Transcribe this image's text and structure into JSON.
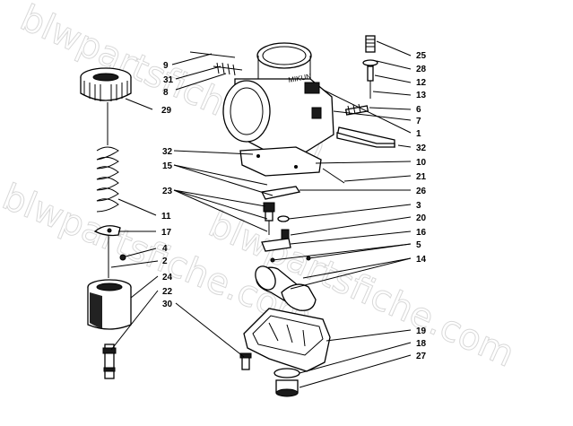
{
  "watermark": "blwpartsfiche.com",
  "callouts": [
    {
      "id": "c9",
      "label": "9"
    },
    {
      "id": "c31",
      "label": "31"
    },
    {
      "id": "c8",
      "label": "8"
    },
    {
      "id": "c29",
      "label": "29"
    },
    {
      "id": "c32a",
      "label": "32"
    },
    {
      "id": "c15",
      "label": "15"
    },
    {
      "id": "c23",
      "label": "23"
    },
    {
      "id": "c11",
      "label": "11"
    },
    {
      "id": "c17",
      "label": "17"
    },
    {
      "id": "c4",
      "label": "4"
    },
    {
      "id": "c2",
      "label": "2"
    },
    {
      "id": "c24",
      "label": "24"
    },
    {
      "id": "c22",
      "label": "22"
    },
    {
      "id": "c30",
      "label": "30"
    },
    {
      "id": "c25",
      "label": "25"
    },
    {
      "id": "c28",
      "label": "28"
    },
    {
      "id": "c12",
      "label": "12"
    },
    {
      "id": "c13",
      "label": "13"
    },
    {
      "id": "c6",
      "label": "6"
    },
    {
      "id": "c7",
      "label": "7"
    },
    {
      "id": "c1",
      "label": "1"
    },
    {
      "id": "c32b",
      "label": "32"
    },
    {
      "id": "c10",
      "label": "10"
    },
    {
      "id": "c21",
      "label": "21"
    },
    {
      "id": "c26",
      "label": "26"
    },
    {
      "id": "c3",
      "label": "3"
    },
    {
      "id": "c20",
      "label": "20"
    },
    {
      "id": "c16",
      "label": "16"
    },
    {
      "id": "c5",
      "label": "5"
    },
    {
      "id": "c14",
      "label": "14"
    },
    {
      "id": "c19",
      "label": "19"
    },
    {
      "id": "c18",
      "label": "18"
    },
    {
      "id": "c27",
      "label": "27"
    }
  ]
}
